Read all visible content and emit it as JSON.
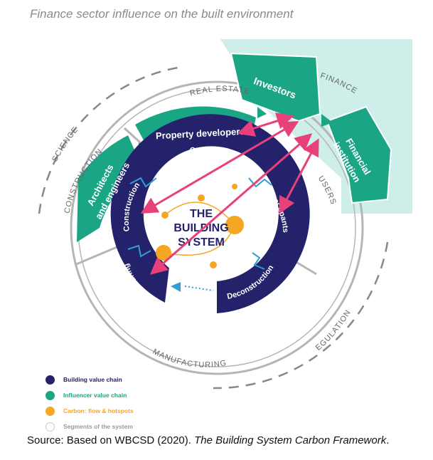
{
  "title": "Finance sector influence on the built environment",
  "colors": {
    "building_value_chain": "#23226a",
    "influencer_value_chain": "#1aa585",
    "carbon": "#f5a623",
    "segment_stroke": "#b5b5b5",
    "finance_band": "#cdeee9",
    "arrow": "#e8417a",
    "flow_blue": "#2e9fd6"
  },
  "segments": {
    "real_estate": "REAL ESTATE",
    "finance": "FINANCE",
    "users": "USERS",
    "construction": "CONSTRUCTION",
    "manufacturing": "MANUFACTURING",
    "science": "SCIENCE",
    "regulations": "REGULATIONS"
  },
  "influencers": {
    "investors": "Investors",
    "financial_line1": "Financial",
    "financial_line2": "institution",
    "property_developers": "Property developers",
    "architects_line1": "Architects",
    "architects_line2": "and engineers"
  },
  "value_chain": {
    "owners": "Owners",
    "construction": "Construction",
    "occupants": "Occupants",
    "manufacturing": "Manufacturing",
    "deconstruction": "Deconstruction"
  },
  "center": {
    "line1": "THE",
    "line2": "BUILDING",
    "line3": "SYSTEM"
  },
  "legend": [
    {
      "label": "Building value chain",
      "color": "#23226a",
      "hollow": false
    },
    {
      "label": "Influencer value chain",
      "color": "#1aa585",
      "hollow": false
    },
    {
      "label": "Carbon: flow & hotspots",
      "color": "#f5a623",
      "hollow": false
    },
    {
      "label": "Segments of the system",
      "color": "#c8c8c8",
      "hollow": true
    }
  ],
  "source": {
    "prefix": "Source: Based on WBCSD (2020). ",
    "work": "The Building System Carbon Framework",
    "suffix": "."
  }
}
